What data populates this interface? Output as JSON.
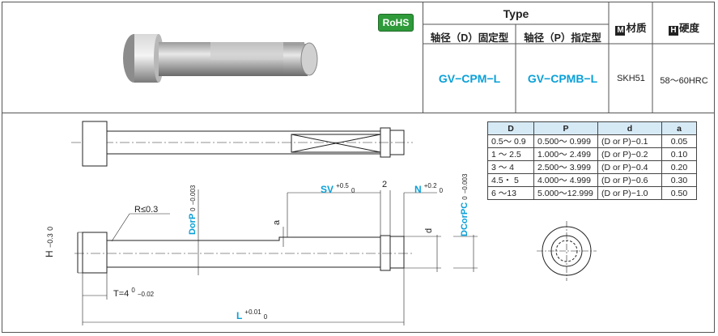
{
  "badge": "RoHS",
  "type_table": {
    "header_type": "Type",
    "header_material": "材质",
    "header_hardness": "硬度",
    "material_icon": "M",
    "hardness_icon": "H",
    "col_d": "轴径（D）固定型",
    "col_p": "轴径（P）指定型",
    "type_d": "GV−CPM−L",
    "type_p": "GV−CPMB−L",
    "material": "SKH51",
    "hardness": "58～60HRC"
  },
  "dim_table": {
    "headers": [
      "D",
      "P",
      "d",
      "a"
    ],
    "rows": [
      [
        "0.5～ 0.9",
        "0.500～ 0.999",
        "(D or P)−0.1",
        "0.05"
      ],
      [
        "1 ～ 2.5",
        "1.000～ 2.499",
        "(D or P)−0.2",
        "0.10"
      ],
      [
        "3 ～ 4",
        "2.500～ 3.999",
        "(D or P)−0.4",
        "0.20"
      ],
      [
        "4.5・ 5",
        "4.000～ 4.999",
        "(D or P)−0.6",
        "0.30"
      ],
      [
        "6 ～13",
        "5.000～12.999",
        "(D or P)−1.0",
        "0.50"
      ]
    ]
  },
  "drawing": {
    "radius_label": "R≤0.3",
    "h_label": "H",
    "h_tol_upper": "0",
    "h_tol_lower": "−0.3",
    "dorp_label": "DorP",
    "dorp_tol_upper": "0",
    "dorp_tol_lower": "−0.003",
    "a_label": "a",
    "sv_label": "SV",
    "sv_tol_upper": "+0.5",
    "sv_tol_lower": "0",
    "two_label": "2",
    "n_label": "N",
    "n_tol_upper": "+0.2",
    "n_tol_lower": "0",
    "d_label": "d",
    "dc_label": "DCorPC",
    "dc_tol_upper": "0",
    "dc_tol_lower": "−0.003",
    "t_label": "T=4",
    "t_tol_upper": "0",
    "t_tol_lower": "−0.02",
    "l_label": "L",
    "l_tol_upper": "+0.01",
    "l_tol_lower": "0"
  }
}
